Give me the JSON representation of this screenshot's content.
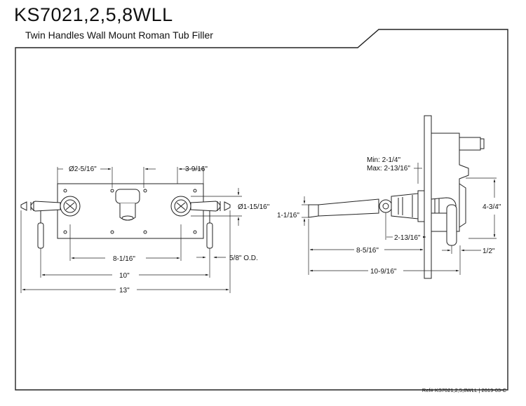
{
  "header": {
    "model": "KS7021,2,5,8WLL",
    "description": "Twin Handles Wall Mount Roman Tub Filler"
  },
  "front_view": {
    "dim_spout_dia": "Ø2-5/16\"",
    "dim_handle_offset": "3-9/16\"",
    "dim_escutcheon_dia": "Ø1-15/16\"",
    "dim_inner_span": "8-1/16\"",
    "dim_centers": "10\"",
    "dim_overall": "13\"",
    "dim_supply": "5/8\" O.D."
  },
  "side_view": {
    "dim_min": "Min: 2-1/4\"",
    "dim_max": "Max: 2-13/16\"",
    "dim_spout_height": "1-1/16\"",
    "dim_height": "4-3/4\"",
    "dim_depth": "2-13/16\"",
    "dim_reach": "8-5/16\"",
    "dim_half": "1/2\"",
    "dim_total_reach": "10-9/16\""
  },
  "footer": {
    "reference": "Ref# KS7021,2,5,8WLL | 2019-03-C"
  }
}
